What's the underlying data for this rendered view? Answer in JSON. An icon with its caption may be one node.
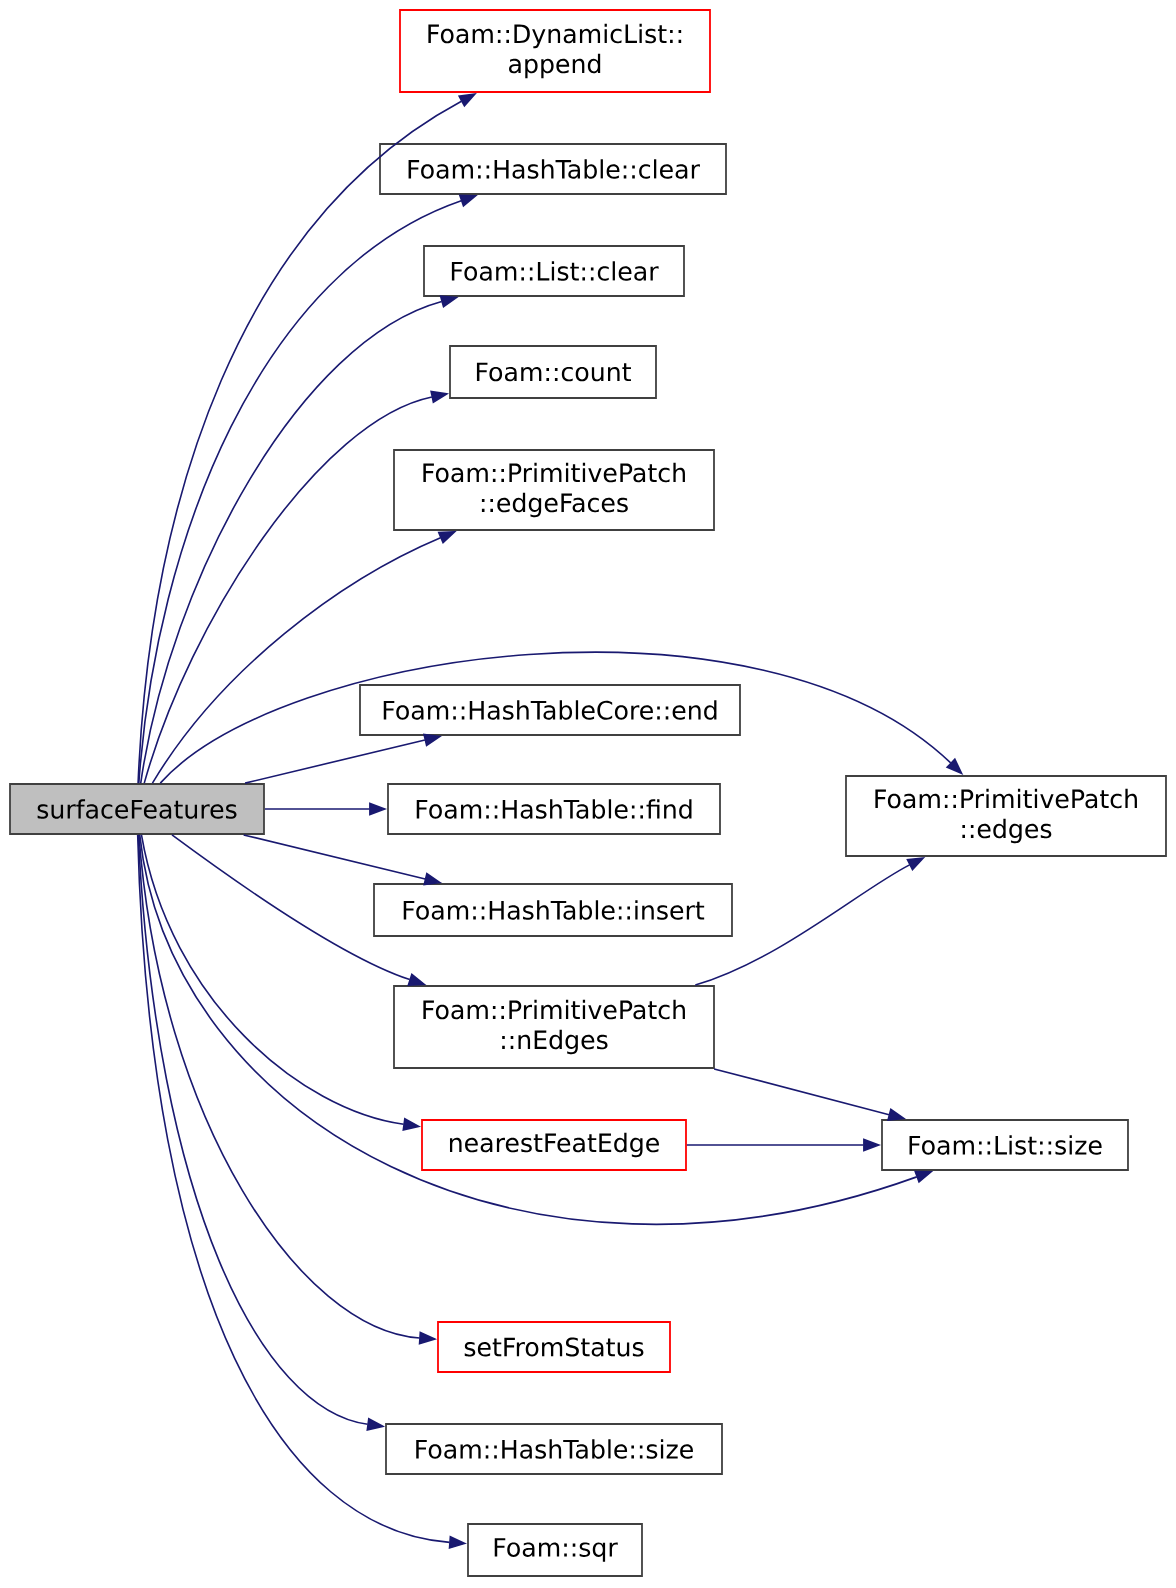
{
  "diagram": {
    "nodes": [
      {
        "text": [
          "surfaceFeatures"
        ]
      },
      {
        "text": [
          "Foam::DynamicList:: append"
        ]
      },
      {
        "text": [
          "Foam::HashTable::clear"
        ]
      },
      {
        "text": [
          "Foam::List::clear"
        ]
      },
      {
        "text": [
          "Foam::count"
        ]
      },
      {
        "text": [
          "Foam::PrimitivePatch ::edgeFaces"
        ]
      },
      {
        "text": [
          "Foam::HashTableCore::end"
        ]
      },
      {
        "text": [
          "Foam::HashTable::find"
        ]
      },
      {
        "text": [
          "Foam::HashTable::insert"
        ]
      },
      {
        "text": [
          "Foam::PrimitivePatch ::nEdges"
        ]
      },
      {
        "text": [
          "nearestFeatEdge"
        ]
      },
      {
        "text": [
          "setFromStatus"
        ]
      },
      {
        "text": [
          "Foam::HashTable::size"
        ]
      },
      {
        "text": [
          "Foam::sqr"
        ]
      },
      {
        "text": [
          "Foam::PrimitivePatch ::edges"
        ]
      },
      {
        "text": [
          "Foam::List::size"
        ]
      }
    ],
    "edges": [
      {
        "from": 0,
        "to": 1,
        "arrow": "to"
      },
      {
        "from": 0,
        "to": 2,
        "arrow": "to"
      },
      {
        "from": 0,
        "to": 3,
        "arrow": "to"
      },
      {
        "from": 0,
        "to": 4,
        "arrow": "to"
      },
      {
        "from": 0,
        "to": 5,
        "arrow": "to"
      },
      {
        "from": 0,
        "to": 14,
        "arrow": "to"
      },
      {
        "from": 0,
        "to": 6,
        "arrow": "to"
      },
      {
        "from": 0,
        "to": 7,
        "arrow": "to"
      },
      {
        "from": 0,
        "to": 8,
        "arrow": "to"
      },
      {
        "from": 0,
        "to": 9,
        "arrow": "to"
      },
      {
        "from": 0,
        "to": 10,
        "arrow": "to"
      },
      {
        "from": 0,
        "to": 15,
        "arrow": "to"
      },
      {
        "from": 0,
        "to": 11,
        "arrow": "to"
      },
      {
        "from": 0,
        "to": 12,
        "arrow": "to"
      },
      {
        "from": 0,
        "to": 13,
        "arrow": "to"
      },
      {
        "from": 9,
        "to": 14,
        "arrow": "to"
      },
      {
        "from": 9,
        "to": 15,
        "arrow": "to"
      },
      {
        "from": 10,
        "to": 15,
        "arrow": "to"
      }
    ]
  }
}
